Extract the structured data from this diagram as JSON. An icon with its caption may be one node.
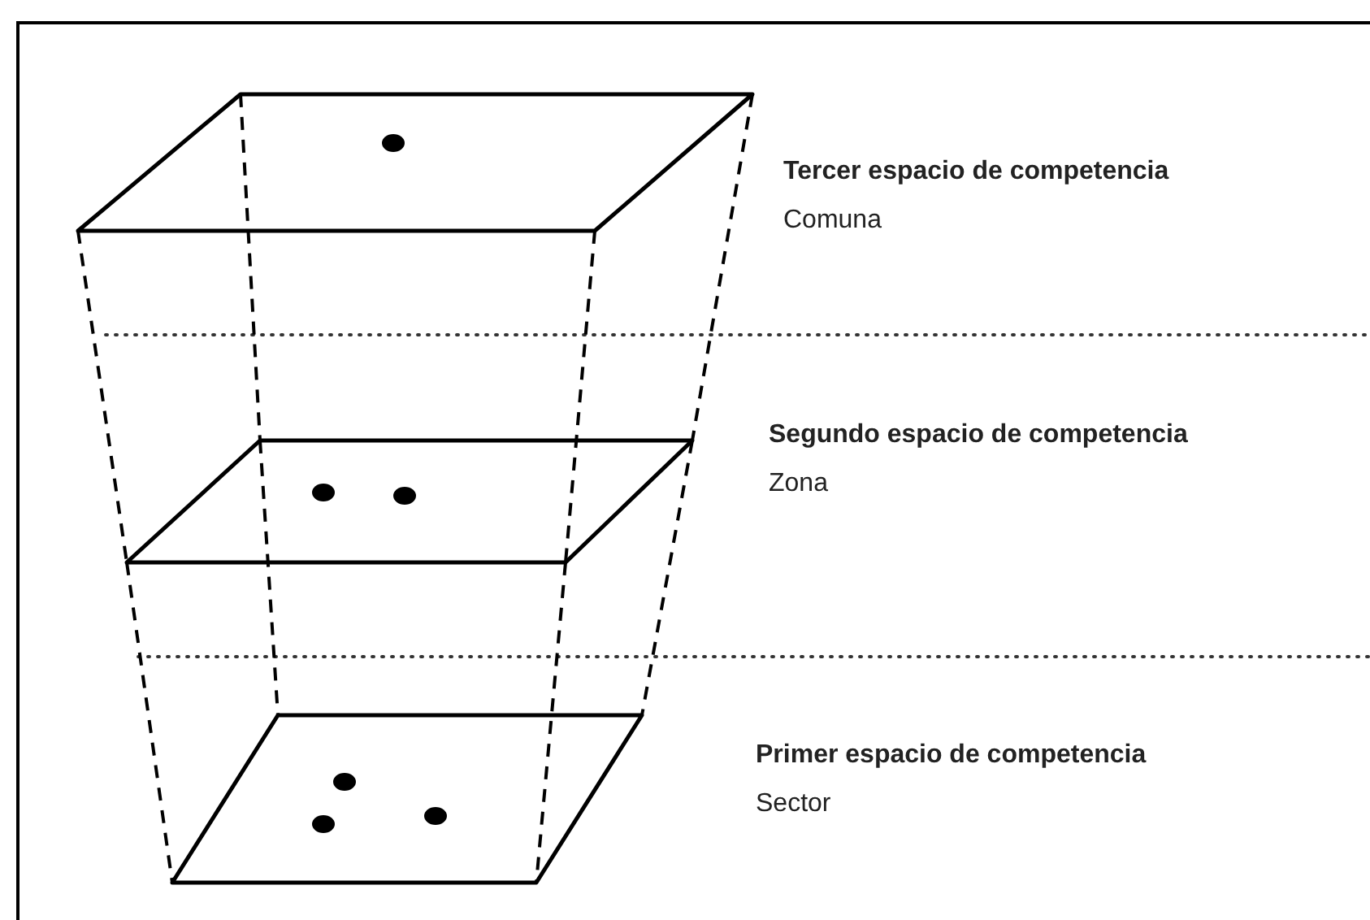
{
  "diagram": {
    "nodes": [
      {
        "text": [],
        "shape": "box",
        "beside": [
          "Tercer espacio de competencia",
          "Comuna"
        ]
      },
      {
        "text": [],
        "shape": "box",
        "beside": [
          "Segundo espacio de competencia",
          "Zona"
        ]
      },
      {
        "text": [],
        "shape": "box",
        "beside": [
          "Primer espacio de competencia",
          "Sector"
        ]
      }
    ],
    "edges": [
      {
        "from": 0,
        "to": 1,
        "arrow": "none",
        "style": "dashed"
      },
      {
        "from": 0,
        "to": 1,
        "arrow": "none",
        "style": "dashed"
      },
      {
        "from": 0,
        "to": 1,
        "arrow": "none",
        "style": "dashed"
      },
      {
        "from": 0,
        "to": 1,
        "arrow": "none",
        "style": "dashed"
      },
      {
        "from": 1,
        "to": 2,
        "arrow": "none",
        "style": "dashed"
      },
      {
        "from": 1,
        "to": 2,
        "arrow": "none",
        "style": "dashed"
      },
      {
        "from": 1,
        "to": 2,
        "arrow": "none",
        "style": "dashed"
      },
      {
        "from": 1,
        "to": 2,
        "arrow": "none",
        "style": "dashed"
      }
    ]
  }
}
